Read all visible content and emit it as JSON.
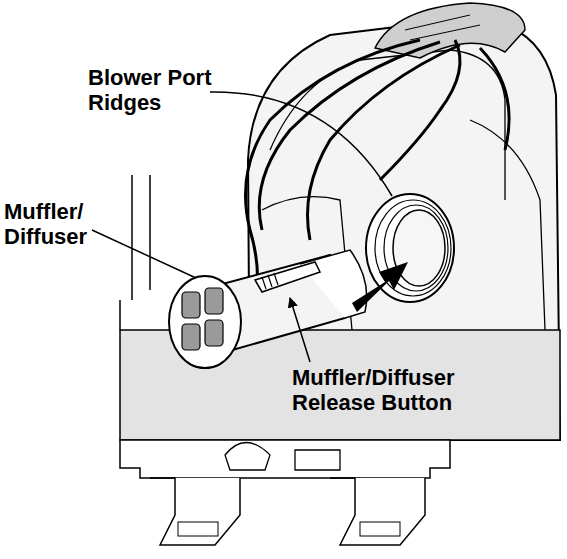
{
  "diagram": {
    "labels": [
      "Blower Port Ridges",
      "Muffler/ Diffuser",
      "Muffler/Diffuser Release Button"
    ]
  }
}
